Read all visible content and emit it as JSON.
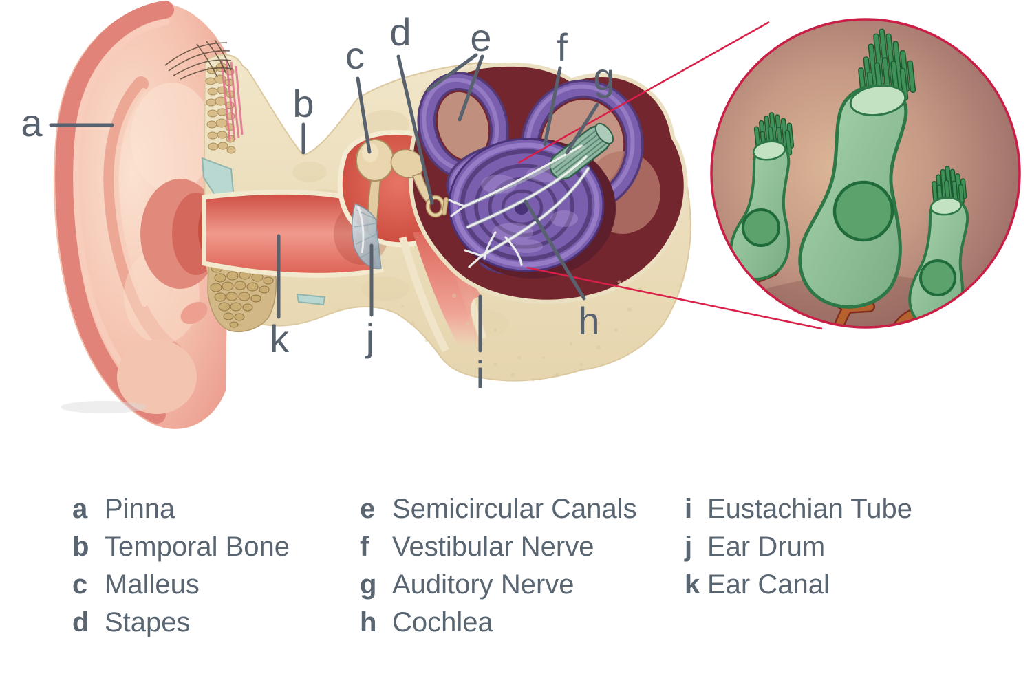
{
  "palette": {
    "label_color": "#57626e",
    "legend_color": "#5a6572",
    "callout_red": "#da1f48",
    "cochlea_purple": "#7a5fae",
    "inner_cavity_maroon": "#74262f",
    "bone_cream": "#ecdfc0",
    "skin_pink": "#eda193",
    "middle_ear_red": "#c94439",
    "hair_cell_green": "#8fc49c",
    "nerve_teal": "#8fb7a2",
    "fiber_orange": "#b5622f"
  },
  "diagram": {
    "markers": {
      "a": "a",
      "b": "b",
      "c": "c",
      "d": "d",
      "e": "e",
      "f": "f",
      "g": "g",
      "h": "h",
      "i": "i",
      "j": "j",
      "k": "k"
    }
  },
  "legend": {
    "columns": [
      {
        "items": [
          {
            "key": "a",
            "term": "Pinna"
          },
          {
            "key": "b",
            "term": "Temporal Bone"
          },
          {
            "key": "c",
            "term": "Malleus"
          },
          {
            "key": "d",
            "term": "Stapes"
          }
        ]
      },
      {
        "items": [
          {
            "key": "e",
            "term": "Semicircular Canals"
          },
          {
            "key": "f",
            "term": "Vestibular Nerve"
          },
          {
            "key": "g",
            "term": "Auditory Nerve"
          },
          {
            "key": "h",
            "term": "Cochlea"
          }
        ]
      },
      {
        "items": [
          {
            "key": "i",
            "term": "Eustachian Tube"
          },
          {
            "key": "j",
            "term": "Ear Drum"
          },
          {
            "key": "k",
            "term": "Ear Canal"
          }
        ]
      }
    ]
  }
}
